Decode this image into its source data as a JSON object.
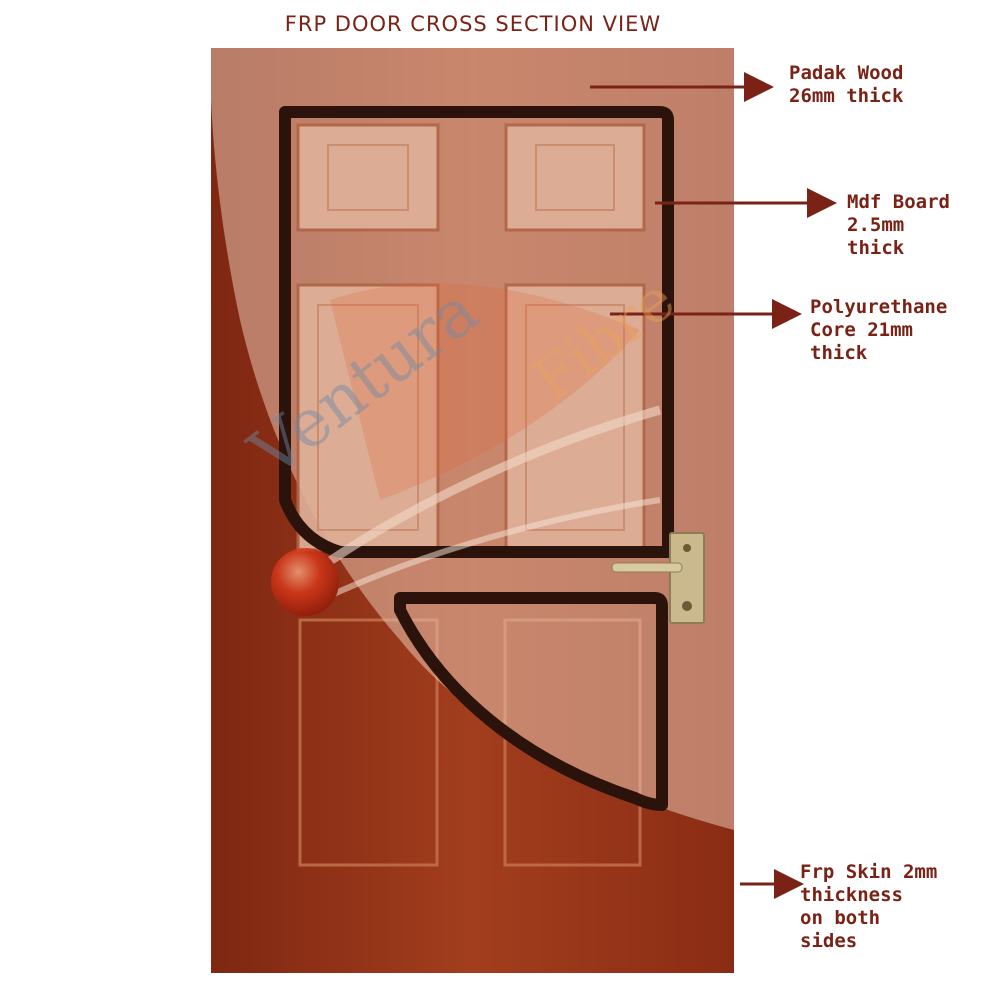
{
  "title": "FRP DOOR CROSS SECTION VIEW",
  "watermark": {
    "part1": "Ventura",
    "part2": "Fibre"
  },
  "labels": [
    {
      "id": "padak",
      "text": "Padak Wood\n26mm thick"
    },
    {
      "id": "mdf",
      "text": "Mdf Board\n2.5mm\nthick"
    },
    {
      "id": "pu",
      "text": "Polyurethane\nCore 21mm\nthick"
    },
    {
      "id": "frp",
      "text": "Frp Skin 2mm\nthickness\non both\nsides"
    }
  ],
  "colors": {
    "door_dark": "#8e2d14",
    "door_mid": "#a8431f",
    "overlay": "#e7c2ae",
    "frame_line": "#2b130c",
    "label": "#7a2216",
    "arrow": "#7a2216",
    "handle": "#c9b98c"
  }
}
